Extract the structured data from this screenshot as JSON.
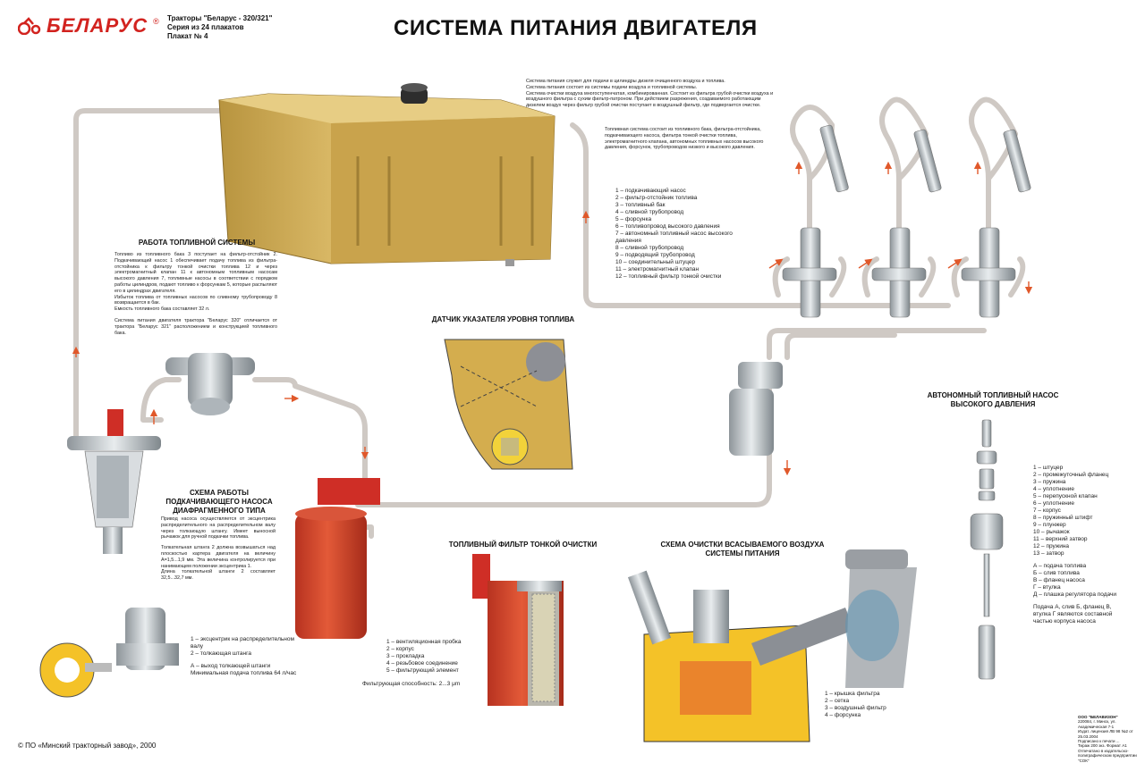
{
  "brand": {
    "name": "БЕЛАРУС",
    "mark": "®"
  },
  "series": {
    "line1": "Тракторы \"Беларус - 320/321\"",
    "line2": "Серия из 24 плакатов",
    "line3": "Плакат № 4"
  },
  "title": "СИСТЕМА ПИТАНИЯ ДВИГАТЕЛЯ",
  "intro": [
    "Система питания служит для подачи в цилиндры дизеля очищенного воздуха и топлива.",
    "Система питания состоит из системы подачи воздуха и топливной системы.",
    "Система очистки воздуха многоступенчатая, комбинированная. Состоит из фильтра грубой очистки воздуха и воздушного фильтра с сухим фильтр-патроном. При действием разрежения, создаваемого работающим дизелем воздух через фильтр грубой очистки поступает в воздушный фильтр, где подвергается очистке."
  ],
  "fuel_system_text": "Топливная система состоит из топливного бака, фильтра-отстойника, подкачивающего насоса, фильтра тонкой очистки топлива, электромагнитного клапана, автономных топливных насосов высокого давления, форсунок, трубопроводов низкого и высокого давления.",
  "main_legend": [
    "1 – подкачивающий насос",
    "2 – фильтр-отстойник топлива",
    "3 – топливный бак",
    "4 – сливной трубопровод",
    "5 – форсунка",
    "6 – топливопровод высокого давления",
    "7 – автономный топливный насос высокого давления",
    "8 – сливной трубопровод",
    "9 – подводящий трубопровод",
    "10 – соединительный штуцер",
    "11 – электромагнитный клапан",
    "12 – топливный фильтр тонкой очистки"
  ],
  "work": {
    "title": "РАБОТА ТОПЛИВНОЙ СИСТЕМЫ",
    "paragraphs": [
      "Топливо из топливного бака 3 поступает на фильтр-отстойник 2. Подкачивающий насос 1 обеспечивает подачу топлива из фильтра-отстойника к фильтру тонкой очистки топлива 12 и через электромагнитный клапан 11 к автономным топливным насосам высокого давления 7, топливные насосы в соответствии с порядком работы цилиндров, подают топливо к форсункам 5, которые распыляют его в цилиндрах двигателя.",
      "Избыток топлива от топливных насосов по сливному трубопроводу 8 возвращается в бак.",
      "Емкость топливного бака составляет 32 л.",
      "Система питания двигателя трактора \"Беларус 320\" отличается от трактора \"Беларус 321\" расположением и конструкцией топливного бака."
    ]
  },
  "sensor_title": "ДАТЧИК УКАЗАТЕЛЯ УРОВНЯ ТОПЛИВА",
  "pump_scheme": {
    "title_line1": "СХЕМА РАБОТЫ",
    "title_line2": "ПОДКАЧИВАЮЩЕГО НАСОСА",
    "title_line3": "ДИАФРАГМЕННОГО ТИПА",
    "paragraphs": [
      "Привод насоса осуществляется от эксцентрика распределительного на распределительном валу через толкающую штангу. Имеет выносной рычажок для ручной подкачки топлива.",
      "Толкательная штанга 2 должна возвышаться над плоскостью картера двигателя на величину А=1,5...1,9 мм. Эта величина контролируется при нанимающем положении эксцентрика 1.",
      "Длина толкательной штанги 2 составляет 32,5...32,7 мм."
    ],
    "legend": [
      "1 – эксцентрик на распределительном валу",
      "2 – толкающая штанга",
      "А – выход толкающей штанги",
      "Минимальная подача топлива 64 л/час"
    ]
  },
  "fine_filter": {
    "title": "ТОПЛИВНЫЙ ФИЛЬТР ТОНКОЙ ОЧИСТКИ",
    "legend": [
      "1 – вентиляционная пробка",
      "2 – корпус",
      "3 – прокладка",
      "4 – резьбовое соединение",
      "5 – фильтрующий элемент"
    ],
    "capacity": "Фильтрующая способность: 2...3 μm"
  },
  "air_scheme": {
    "title_line1": "СХЕМА ОЧИСТКИ ВСАСЫВАЕМОГО ВОЗДУХА",
    "title_line2": "СИСТЕМЫ ПИТАНИЯ",
    "legend": [
      "1 – крышка фильтра",
      "2 – сетка",
      "3 – воздушный фильтр",
      "4 – форсунка"
    ]
  },
  "hp_pump": {
    "title_line1": "АВТОНОМНЫЙ ТОПЛИВНЫЙ НАСОС",
    "title_line2": "ВЫСОКОГО ДАВЛЕНИЯ",
    "legend": [
      "1 – штуцер",
      "2 – промежуточный фланец",
      "3 – пружина",
      "4 – уплотнение",
      "5 – перепускной клапан",
      "6 – уплотнение",
      "7 – корпус",
      "8 – пружинный штифт",
      "9 – плунжер",
      "10 – рычажок",
      "11 – верхний затвор",
      "12 – пружина",
      "13 – затвор"
    ],
    "legend2": [
      "А – подача топлива",
      "Б – слив топлива",
      "В – фланец насоса",
      "Г – втулка",
      "Д – плашка регулятора подачи"
    ],
    "note": "Подача А, слив Б, фланец В, втулка Г являются составной частью корпуса насоса"
  },
  "publisher": [
    "ООО \"БЕЛАВИЗОН\"",
    "220084, г. Минск, ул. Академическая 7-1",
    "Издат. лицензия ЛВ 98 №2 от 25.03.2004",
    "Подписано к печати ...",
    "Тираж 200 экз. Формат А1",
    "Отпечатано в издательско-полиграфическом предприятии \"СОК\""
  ],
  "footer": "© ПО «Минский тракторный завод», 2000",
  "colors": {
    "brand_red": "#d2231f",
    "tank": "#d4b35a",
    "pipe": "#d8d3cf",
    "filter": "#d6452b",
    "engine_yellow": "#f4c228",
    "arrow": "#e0582a"
  }
}
